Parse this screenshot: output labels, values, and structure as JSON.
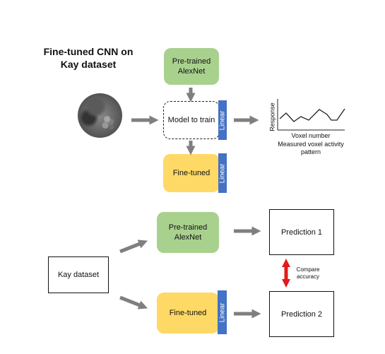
{
  "title": "Fine-tuned CNN on Kay dataset",
  "top": {
    "pretrained_label": "Pre-trained AlexNet",
    "model_label": "Model to train",
    "finetuned_label": "Fine-tuned",
    "linear_label": "Linear",
    "plot_ylabel": "Response",
    "plot_xlabel": "Voxel number",
    "plot_caption": "Measured voxel activity pattern"
  },
  "bottom": {
    "kay_label": "Kay dataset",
    "pretrained_label": "Pre-trained AlexNet",
    "finetuned_label": "Fine-tuned",
    "linear_label": "Linear",
    "prediction1_label": "Prediction 1",
    "prediction2_label": "Prediction 2",
    "compare_label": "Compare accuracy"
  },
  "colors": {
    "green": "#a9d18e",
    "yellow": "#ffd966",
    "linear_blue": "#4472c4",
    "arrow_gray": "#7f7f7f",
    "compare_red": "#e31a1c"
  }
}
